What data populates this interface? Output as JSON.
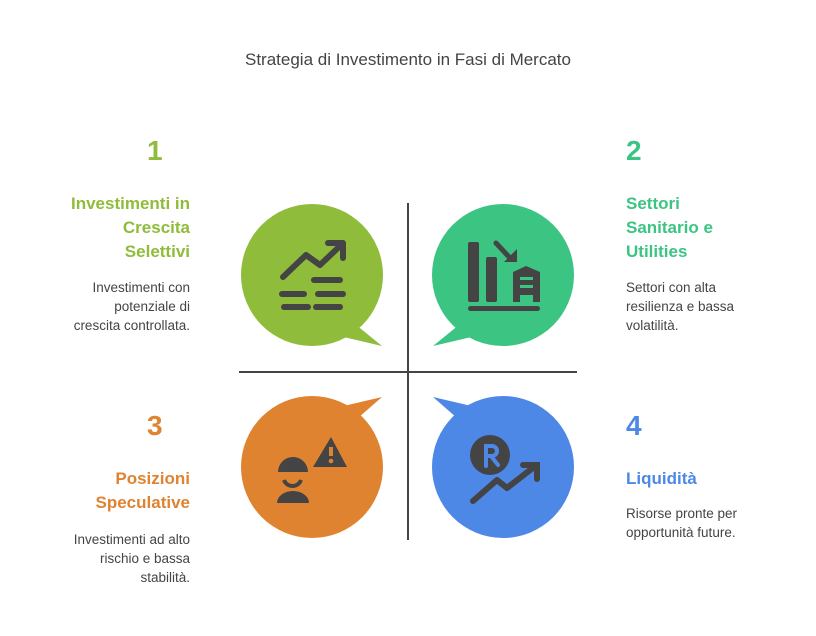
{
  "title": "Strategia di Investimento in Fasi di Mercato",
  "colors": {
    "green": "#8fbc3a",
    "teal": "#3cc483",
    "orange": "#e08331",
    "blue": "#4e88e6",
    "ink": "#444444"
  },
  "quadrants": [
    {
      "number": "1",
      "heading_lines": [
        "Investimenti in",
        "Crescita",
        "Selettivi"
      ],
      "description_lines": [
        "Investimenti con",
        "potenziale di",
        "crescita controllata."
      ],
      "icon": "growth-chart-coins-icon"
    },
    {
      "number": "2",
      "heading_lines": [
        "Settori",
        "Sanitario e",
        "Utilities"
      ],
      "description_lines": [
        "Settori con alta",
        "resilienza e bassa",
        "volatilità."
      ],
      "icon": "bar-chart-building-icon"
    },
    {
      "number": "3",
      "heading_lines": [
        "Posizioni",
        "Speculative"
      ],
      "description_lines": [
        "Investimenti ad alto",
        "rischio e bassa",
        "stabilità."
      ],
      "icon": "worker-warning-icon"
    },
    {
      "number": "4",
      "heading_lines": [
        "Liquidità"
      ],
      "description_lines": [
        "Risorse pronte per",
        "opportunità future."
      ],
      "icon": "currency-growth-icon"
    }
  ]
}
